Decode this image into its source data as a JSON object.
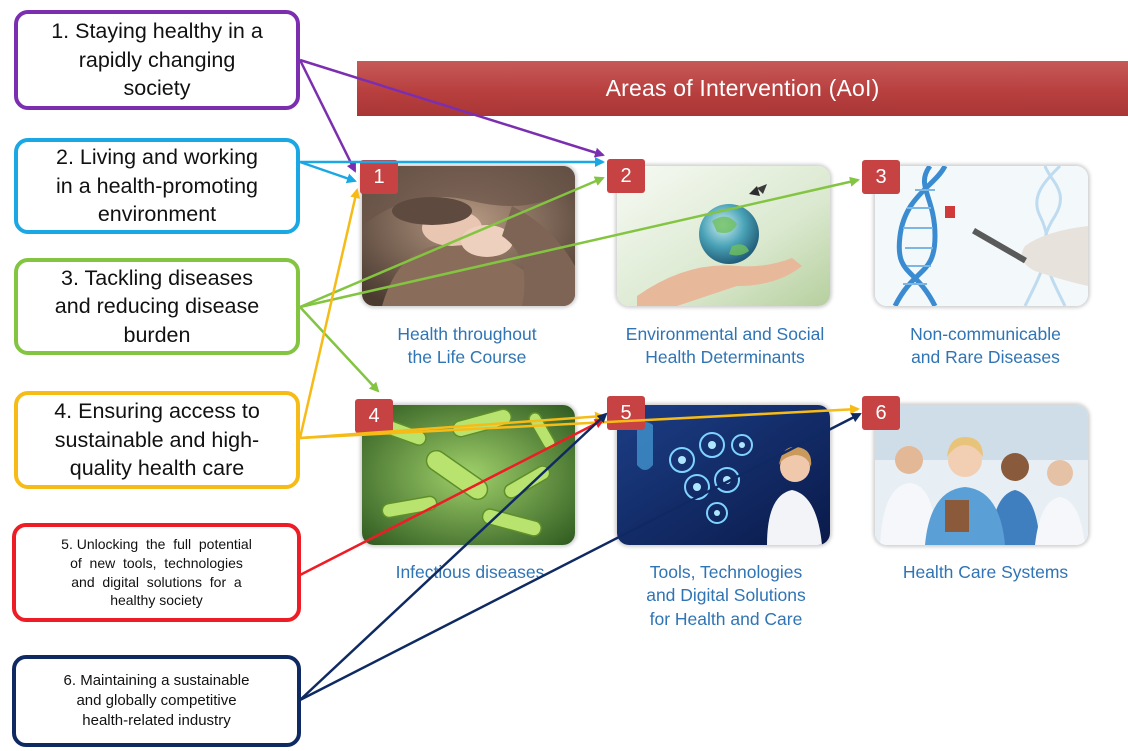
{
  "goals": [
    {
      "lines": [
        "1. Staying healthy in a",
        "rapidly changing",
        "society"
      ],
      "color": "#7b2fb0"
    },
    {
      "lines": [
        "2. Living and working",
        "in a health-promoting",
        "environment"
      ],
      "color": "#1aa7e3"
    },
    {
      "lines": [
        "3. Tackling diseases",
        "and reducing disease",
        "burden"
      ],
      "color": "#83c441"
    },
    {
      "lines": [
        "4. Ensuring access to",
        "sustainable and high-",
        "quality health care"
      ],
      "color": "#f6bb17"
    },
    {
      "lines": [
        "5. Unlocking  the  full  potential",
        "of  new  tools,  technologies",
        "and  digital  solutions  for  a",
        "healthy society"
      ],
      "color": "#ee1c24"
    },
    {
      "lines": [
        "6. Maintaining a sustainable",
        "and globally competitive",
        "health-related industry"
      ],
      "color": "#0f2a63"
    }
  ],
  "banner": {
    "title": "Areas of Intervention (AoI)",
    "color": "#b8403f"
  },
  "areas": [
    {
      "number": "1",
      "caption": [
        "Health throughout",
        "the Life Course"
      ]
    },
    {
      "number": "2",
      "caption": [
        "Environmental and Social",
        "Health Determinants"
      ]
    },
    {
      "number": "3",
      "caption": [
        "Non-communicable",
        "and Rare Diseases"
      ]
    },
    {
      "number": "4",
      "caption": [
        "Infectious diseases"
      ]
    },
    {
      "number": "5",
      "caption": [
        "Tools, Technologies",
        "and Digital Solutions",
        "for Health and Care"
      ]
    },
    {
      "number": "6",
      "caption": [
        "Health Care Systems"
      ]
    }
  ],
  "colors": {
    "badge": "#c64243",
    "caption": "#2f74b5"
  }
}
